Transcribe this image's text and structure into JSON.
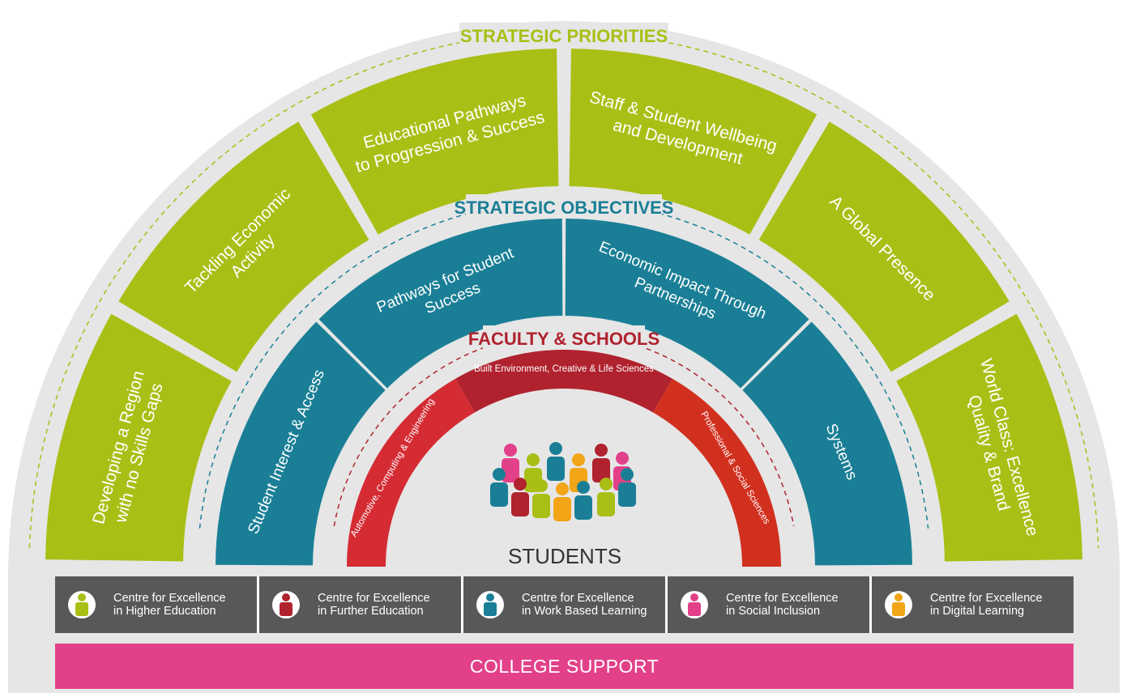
{
  "colors": {
    "priority_green": "#a9bf16",
    "objective_teal": "#1a7f96",
    "faculty_red_left": "#d52c34",
    "faculty_red_mid": "#b0222e",
    "faculty_red_right": "#d2301f",
    "support_pink": "#e2418a",
    "centre_grey": "#58585a",
    "background_grey": "#e6e6e6"
  },
  "strategic_priorities": {
    "title": "STRATEGIC PRIORITIES",
    "items": [
      {
        "line1": "Developing a Region",
        "line2": "with no Skills Gaps"
      },
      {
        "line1": "Tackling Economic",
        "line2": "Activity"
      },
      {
        "line1": "Educational Pathways",
        "line2": "to Progression & Success"
      },
      {
        "line1": "Staff & Student Wellbeing",
        "line2": "and Development"
      },
      {
        "line1": "A Global Presence",
        "line2": ""
      },
      {
        "line1": "World Class: Excellence",
        "line2": "Quality & Brand"
      }
    ]
  },
  "strategic_objectives": {
    "title": "STRATEGIC OBJECTIVES",
    "items": [
      {
        "line1": "Student Interest & Access",
        "line2": ""
      },
      {
        "line1": "Pathways for Student",
        "line2": "Success"
      },
      {
        "line1": "Economic Impact Through",
        "line2": "Partnerships"
      },
      {
        "line1": "Systems",
        "line2": ""
      }
    ]
  },
  "faculty_schools": {
    "title": "FACULTY & SCHOOLS",
    "items": [
      {
        "label": "Automotive, Computing & Engineering"
      },
      {
        "label": "Built Environment, Creative & Life Sciences"
      },
      {
        "label": "Professional & Social Sciences"
      }
    ]
  },
  "center": {
    "label": "STUDENTS",
    "people_colors": [
      "#e2418a",
      "#a9bf16",
      "#1a7f96",
      "#f2a516",
      "#b0222e"
    ]
  },
  "centres": [
    {
      "line1": "Centre for Excellence",
      "line2": "in Higher Education",
      "color": "#a9bf16"
    },
    {
      "line1": "Centre for Excellence",
      "line2": "in Further Education",
      "color": "#b0222e"
    },
    {
      "line1": "Centre for Excellence",
      "line2": "in Work Based Learning",
      "color": "#1a7f96"
    },
    {
      "line1": "Centre for Excellence",
      "line2": "in Social Inclusion",
      "color": "#e2418a"
    },
    {
      "line1": "Centre for Excellence",
      "line2": "in Digital Learning",
      "color": "#f2a516"
    }
  ],
  "college_support": {
    "label": "COLLEGE SUPPORT"
  }
}
